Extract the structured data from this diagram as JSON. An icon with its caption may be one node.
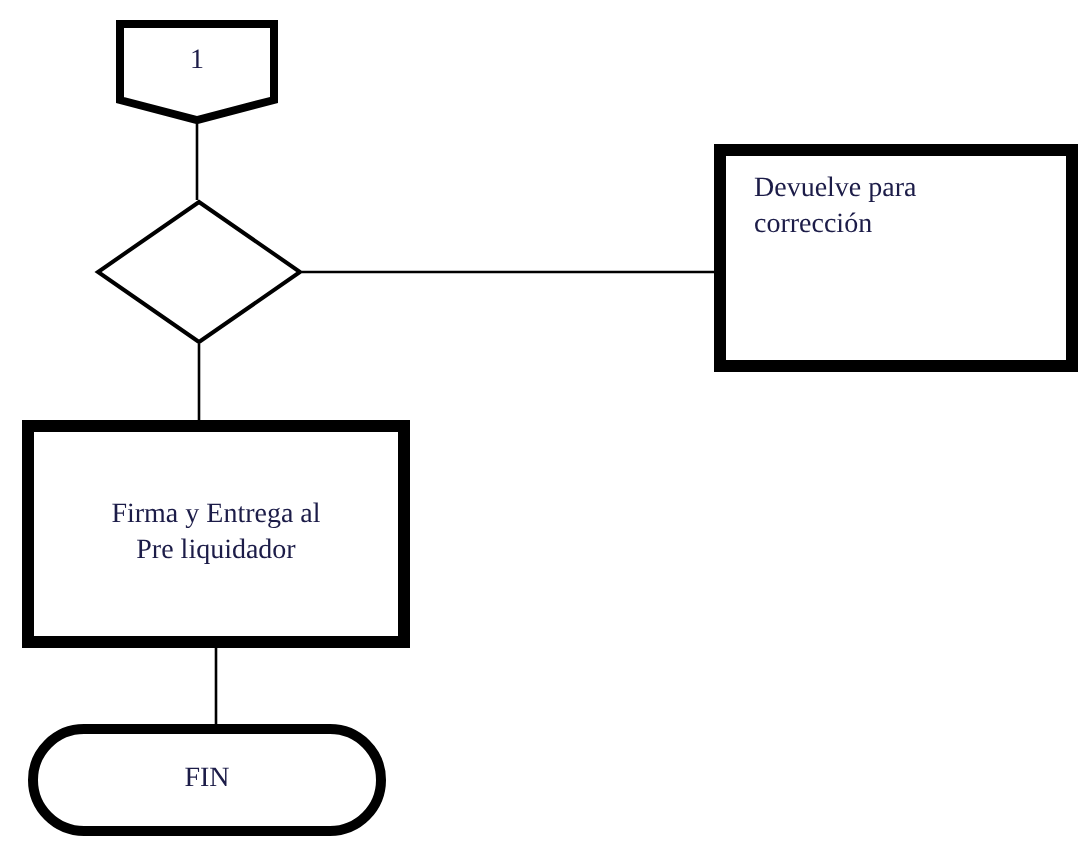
{
  "diagram": {
    "nodes": [
      {
        "text": [
          "1"
        ]
      },
      {
        "text": [],
        "shape": "diamond"
      },
      {
        "text": [
          "Devuelve para corrección"
        ]
      },
      {
        "text": [
          "Firma y Entrega al Pre liquidador"
        ]
      },
      {
        "text": [
          "FIN"
        ]
      }
    ],
    "edges": [
      {
        "from": 0,
        "to": 1,
        "arrow": "none"
      },
      {
        "from": 1,
        "to": 2,
        "arrow": "none"
      },
      {
        "from": 1,
        "to": 3,
        "arrow": "none"
      },
      {
        "from": 3,
        "to": 4,
        "arrow": "none"
      }
    ]
  }
}
